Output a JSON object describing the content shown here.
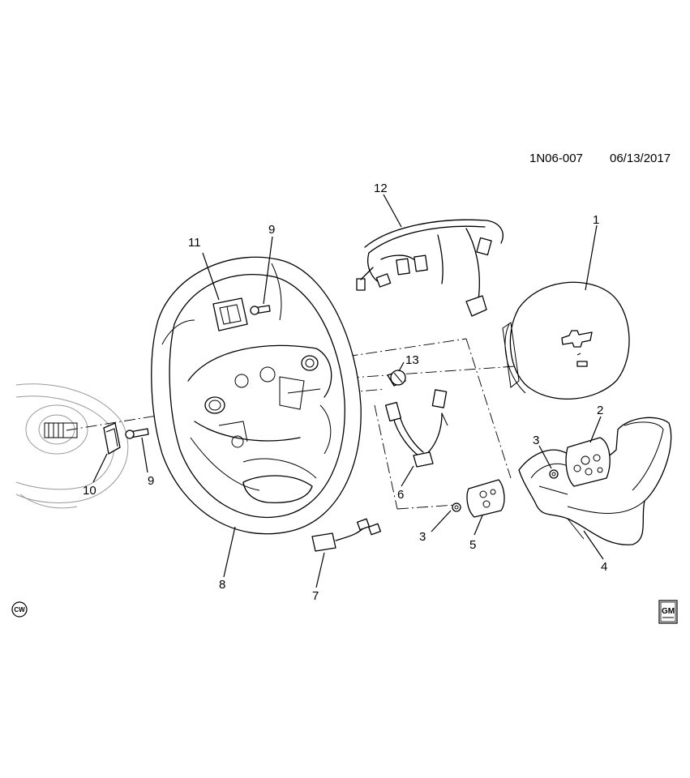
{
  "diagram_code": "1N06-007",
  "date": "06/13/2017",
  "callouts": [
    {
      "id": "c1",
      "label": "1"
    },
    {
      "id": "c2",
      "label": "2"
    },
    {
      "id": "c3a",
      "label": "3"
    },
    {
      "id": "c3b",
      "label": "3"
    },
    {
      "id": "c4",
      "label": "4"
    },
    {
      "id": "c5",
      "label": "5"
    },
    {
      "id": "c6",
      "label": "6"
    },
    {
      "id": "c7",
      "label": "7"
    },
    {
      "id": "c8",
      "label": "8"
    },
    {
      "id": "c9a",
      "label": "9"
    },
    {
      "id": "c9b",
      "label": "9"
    },
    {
      "id": "c10",
      "label": "10"
    },
    {
      "id": "c11",
      "label": "11"
    },
    {
      "id": "c12",
      "label": "12"
    },
    {
      "id": "c13",
      "label": "13"
    }
  ],
  "cw_mark": "CW",
  "gm_logo": "GM",
  "icons": [
    "steering-wheel",
    "airbag-module",
    "wiring-harness",
    "switch-bezel",
    "control-switch",
    "bolt",
    "nut",
    "clockspring"
  ]
}
